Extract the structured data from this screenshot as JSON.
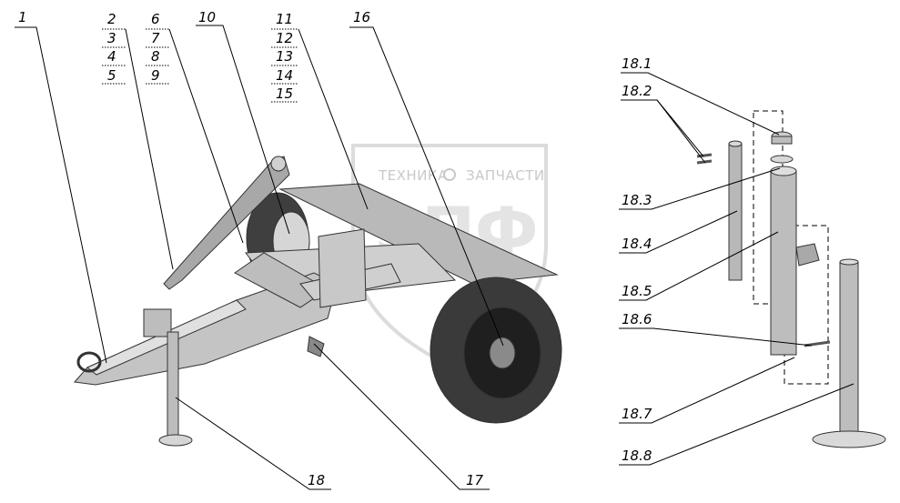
{
  "watermark": {
    "line1_left": "ТЕХНИКА",
    "line1_right": "ЗАПЧАСТИ",
    "logo_text": "ЭПФ"
  },
  "labels": {
    "l1": "1",
    "l2": "2",
    "l3": "3",
    "l4": "4",
    "l5": "5",
    "l6": "6",
    "l7": "7",
    "l8": "8",
    "l9": "9",
    "l10": "10",
    "l11": "11",
    "l12": "12",
    "l13": "13",
    "l14": "14",
    "l15": "15",
    "l16": "16",
    "l17": "17",
    "l18": "18",
    "l18_1": "18.1",
    "l18_2": "18.2",
    "l18_3": "18.3",
    "l18_4": "18.4",
    "l18_5": "18.5",
    "l18_6": "18.6",
    "l18_7": "18.7",
    "l18_8": "18.8"
  }
}
